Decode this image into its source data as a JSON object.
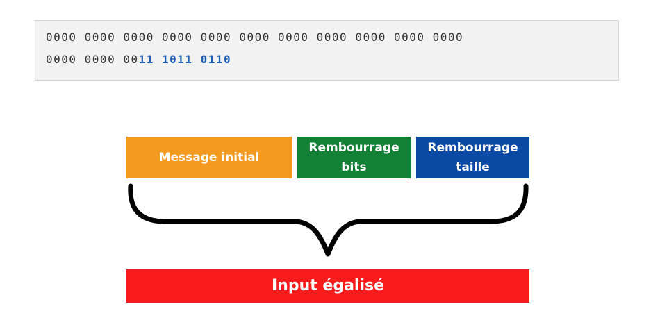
{
  "binary": {
    "line1": "0000 0000 0000 0000 0000 0000 0000 0000 0000 0000 0000",
    "line2_plain": "0000 0000 00",
    "line2_highlight": "11 1011 0110"
  },
  "blocks": {
    "message": {
      "label": "Message initial",
      "color": "#f39a1f"
    },
    "bits": {
      "label": "Rembourrage bits",
      "color": "#128135"
    },
    "size": {
      "label": "Rembourrage taille",
      "color": "#0a4aa5"
    },
    "result": {
      "label": "Input égalisé",
      "color": "#f71b1b"
    }
  },
  "brace": {
    "color": "#000000",
    "icon": "curly-brace-icon"
  }
}
